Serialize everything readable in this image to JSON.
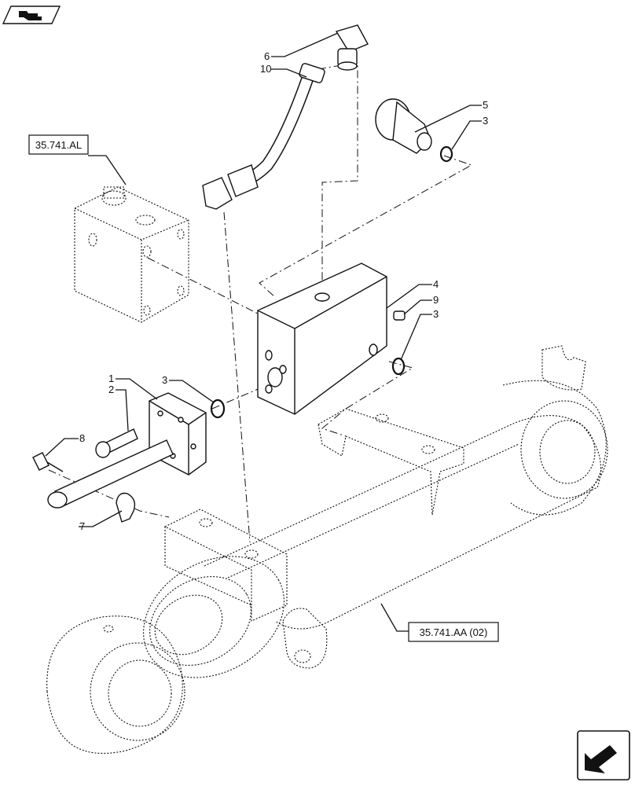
{
  "references": {
    "top_left": "35.741.AL",
    "bottom_right": "35.741.AA (02)"
  },
  "callouts": {
    "c1": "1",
    "c2": "2",
    "c3a": "3",
    "c3b": "3",
    "c3c": "3",
    "c4": "4",
    "c5": "5",
    "c6": "6",
    "c7": "7",
    "c8": "8",
    "c9": "9",
    "c10": "10"
  },
  "icons": {
    "top_left": "book-arrow-icon",
    "bottom_right": "next-page-arrow-icon"
  }
}
